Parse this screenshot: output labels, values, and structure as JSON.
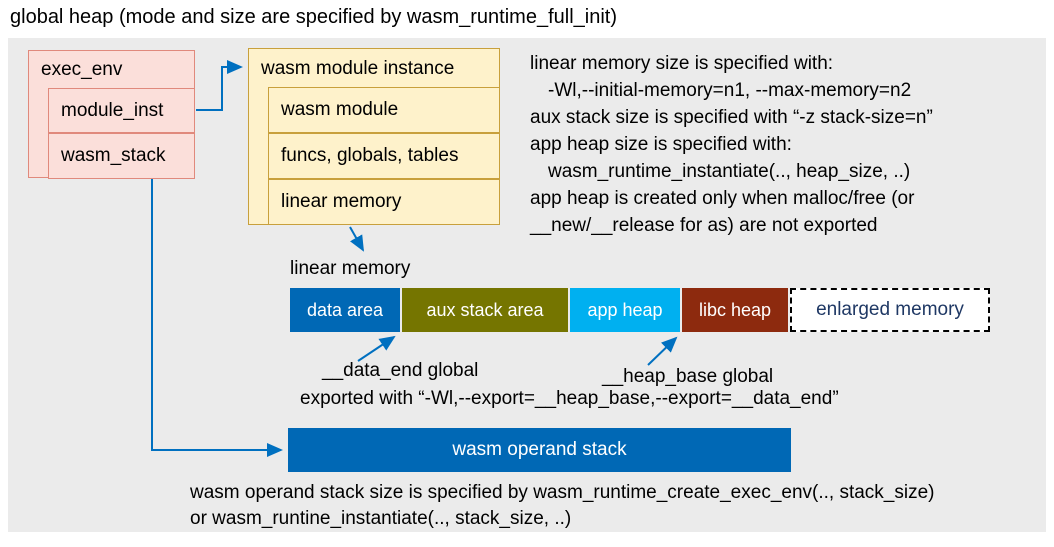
{
  "title": "global heap (mode and size are specified by wasm_runtime_full_init)",
  "colors": {
    "panel_bg": "#ebebeb",
    "exec_env_fill": "#fbdfda",
    "module_fill": "#fef2cb",
    "stack_fill": "#0068b5",
    "arrow": "#0070c0"
  },
  "exec_env": {
    "header": "exec_env",
    "items": [
      {
        "label": "module_inst"
      },
      {
        "label": "wasm_stack"
      }
    ]
  },
  "module_instance": {
    "header": "wasm module instance",
    "items": [
      {
        "label": "wasm module"
      },
      {
        "label": "funcs, globals, tables"
      },
      {
        "label": "linear memory"
      }
    ]
  },
  "notes_right": {
    "lines": [
      "linear memory size is specified with:",
      "-Wl,--initial-memory=n1, --max-memory=n2",
      "aux stack size is specified with “-z stack-size=n”",
      "app heap size is specified with:",
      "wasm_runtime_instantiate(.., heap_size, ..)",
      "app heap is created only when malloc/free (or",
      "__new/__release for as) are not exported"
    ]
  },
  "linear_memory": {
    "label": "linear memory",
    "segments": [
      {
        "label": "data area",
        "color": "#0068b5",
        "text_color": "#ffffff"
      },
      {
        "label": "aux stack area",
        "color": "#757500",
        "text_color": "#ffffff"
      },
      {
        "label": "app heap",
        "color": "#00b0f0",
        "text_color": "#ffffff"
      },
      {
        "label": "libc heap",
        "color": "#8d2a0e",
        "text_color": "#ffffff"
      },
      {
        "label": "enlarged memory",
        "color": "#ffffff",
        "text_color": "#1f3864"
      }
    ],
    "data_end_label": "__data_end global",
    "heap_base_label": "__heap_base global",
    "export_note": "exported with “-Wl,--export=__heap_base,--export=__data_end”"
  },
  "operand_stack": {
    "label": "wasm operand stack",
    "note_line1": "wasm operand stack size is specified by wasm_runtime_create_exec_env(.., stack_size)",
    "note_line2": "or wasm_runtine_instantiate(.., stack_size, ..)"
  }
}
